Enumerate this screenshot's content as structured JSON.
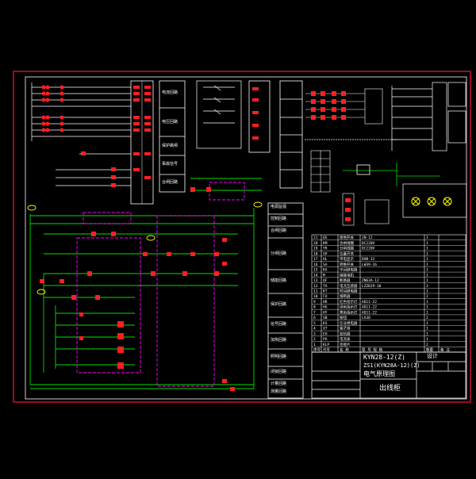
{
  "colors": {
    "background": "#000000",
    "border": "#c8102e",
    "wire": "#00e000",
    "line": "#ffffff",
    "component": "#ff2020",
    "dashed": "#ff00ff",
    "label": "#ffff00",
    "text": "#ffffff",
    "cyan": "#00ffff"
  },
  "title_block": {
    "model_line1": "KYN28-12(Z)",
    "model_line2": "ZS1(KYN28A-12)(Z)",
    "drawing_name": "电气原理图",
    "sheet_label": "出线柜",
    "company": "设计"
  },
  "parts_table": {
    "header": [
      "序号",
      "代号",
      "名 称",
      "型 号 规 格",
      "数量",
      "备 注"
    ],
    "rows": [
      [
        "21",
        "QS",
        "接地开关",
        "JN-12",
        "1",
        ""
      ],
      [
        "20",
        "KM",
        "合闸线圈",
        "DC220V",
        "1",
        ""
      ],
      [
        "19",
        "YR",
        "分闸线圈",
        "DC220V",
        "1",
        ""
      ],
      [
        "18",
        "SP",
        "位置开关",
        "",
        "1",
        ""
      ],
      [
        "17",
        "HL",
        "带电显示",
        "DXN-12",
        "1",
        ""
      ],
      [
        "16",
        "SA",
        "转换开关",
        "LW39-16",
        "1",
        ""
      ],
      [
        "15",
        "KA",
        "中间继电器",
        "",
        "1",
        ""
      ],
      [
        "14",
        "M",
        "储能电机",
        "",
        "1",
        ""
      ],
      [
        "13",
        "QF",
        "断路器",
        "ZN63A-12",
        "1",
        ""
      ],
      [
        "12",
        "TA",
        "电流互感器",
        "LZZBJ9-10",
        "3",
        ""
      ],
      [
        "11",
        "KT",
        "时间继电器",
        "",
        "1",
        ""
      ],
      [
        "10",
        "FU",
        "熔断器",
        "",
        "2",
        ""
      ],
      [
        "9",
        "HR",
        "红色指示灯",
        "AD11-22",
        "1",
        ""
      ],
      [
        "8",
        "HG",
        "绿色指示灯",
        "AD11-22",
        "1",
        ""
      ],
      [
        "7",
        "HY",
        "黄色指示灯",
        "AD11-22",
        "1",
        ""
      ],
      [
        "6",
        "SB",
        "按钮",
        "LA38",
        "2",
        ""
      ],
      [
        "5",
        "KS",
        "信号继电器",
        "",
        "1",
        ""
      ],
      [
        "4",
        "XT",
        "端子排",
        "",
        "1",
        ""
      ],
      [
        "3",
        "EH",
        "加热器",
        "",
        "1",
        ""
      ],
      [
        "2",
        "PA",
        "电流表",
        "",
        "1",
        ""
      ],
      [
        "1",
        "KLP",
        "连接片",
        "",
        "2",
        ""
      ]
    ]
  },
  "side_labels": [
    "电源监视",
    "控制回路",
    "合闸回路",
    "分闸回路",
    "储能回路",
    "保护回路",
    "信号回路",
    "加热回路",
    "照明回路",
    "闭锁回路",
    "计量回路",
    "测量回路"
  ],
  "boxes_labels": [
    "电流回路",
    "电压回路",
    "保护跳闸",
    "事故信号",
    "合闸回路"
  ]
}
